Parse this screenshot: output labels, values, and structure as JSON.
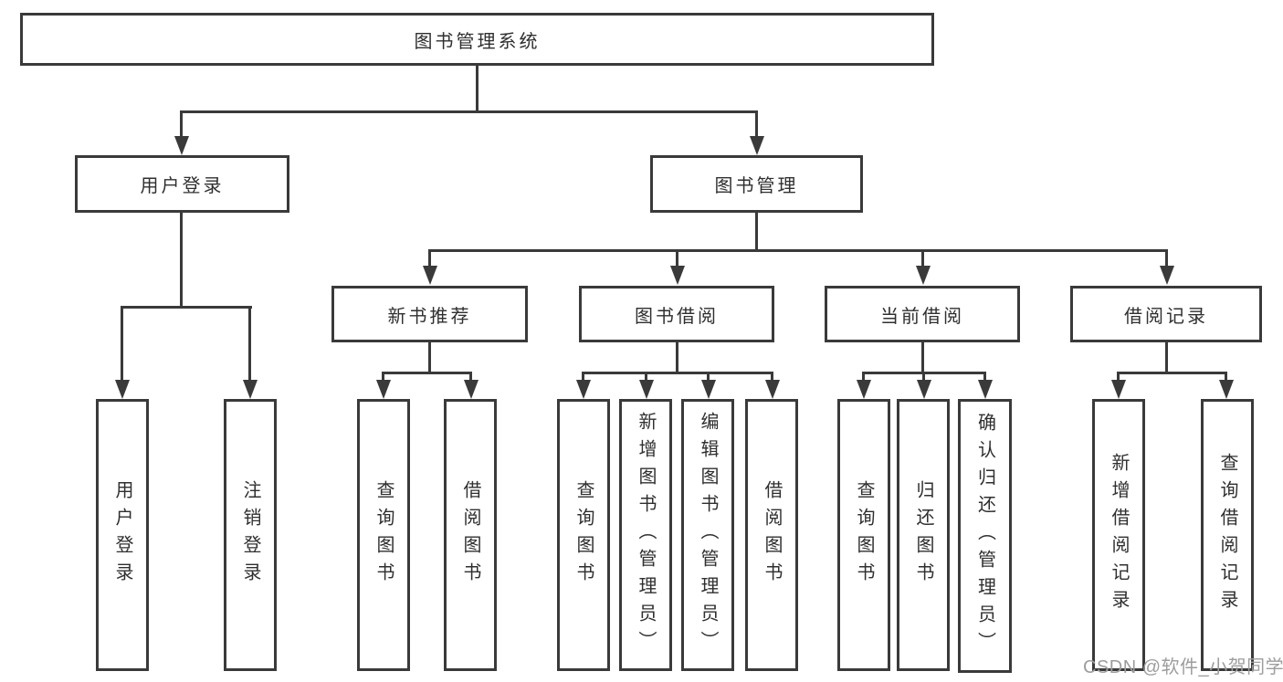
{
  "diagram": {
    "title": "图书管理系统",
    "colors": {
      "line": "#3a3a3a",
      "text": "#2f2f2f",
      "watermark": "#9d9d9d",
      "background": "#ffffff"
    },
    "nodes": {
      "root": "图书管理系统",
      "user_login": "用户登录",
      "book_management": "图书管理",
      "new_book_recommend": "新书推荐",
      "book_borrow": "图书借阅",
      "current_borrow": "当前借阅",
      "borrow_record": "借阅记录"
    },
    "leaves": {
      "user_login": [
        "用户登录",
        "注销登录"
      ],
      "new_book_recommend": [
        "查询图书",
        "借阅图书"
      ],
      "book_borrow": [
        "查询图书",
        "新增图书（管理员）",
        "编辑图书（管理员）",
        "借阅图书"
      ],
      "current_borrow": [
        "查询图书",
        "归还图书",
        "确认归还（管理员）"
      ],
      "borrow_record": [
        "新增借阅记录",
        "查询借阅记录"
      ]
    },
    "watermark": "CSDN @软件_小贺同学"
  }
}
